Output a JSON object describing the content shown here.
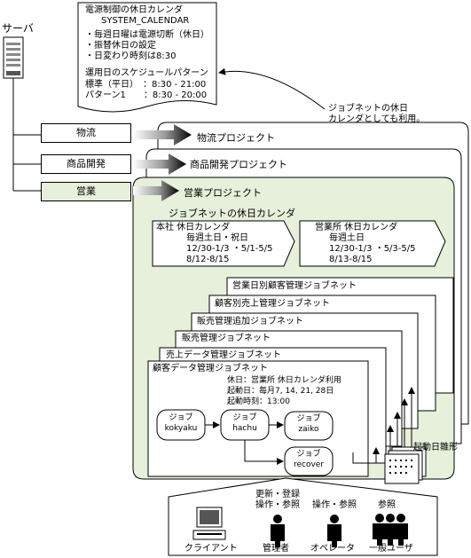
{
  "server": {
    "label": "サーバ"
  },
  "system_calendar": {
    "title": "電源制御の休日カレンダ",
    "name": "SYSTEM_CALENDAR",
    "bullets": [
      "・毎週日曜は電源切断（休日）",
      "・振替休日の設定",
      "・日変わり時刻は8:30"
    ],
    "pattern_heading": "運用日のスケジュールパターン",
    "patterns": [
      "標準（平日）　：8:30 - 21:00",
      "パターン1　　：8:30 - 20:00"
    ]
  },
  "note": {
    "line1": "ジョブネットの休日",
    "line2": "カレンダとしても利用。"
  },
  "departments": [
    {
      "label": "物流",
      "project": "物流プロジェクト"
    },
    {
      "label": "商品開発",
      "project": "商品開発プロジェクト"
    },
    {
      "label": "営業",
      "project": "営業プロジェクト"
    }
  ],
  "jobnet_calendar": {
    "heading": "ジョブネットの休日カレンダ",
    "head_office": {
      "title": "本社 休日カレンダ",
      "lines": [
        "毎週土日・祝日",
        "12/30-1/3 ・5/1-5/5",
        "8/12-8/15"
      ]
    },
    "branch": {
      "title": "営業所 休日カレンダ",
      "lines": [
        "毎週土日",
        "12/30-1/3 ・5/3-5/5",
        "8/13-8/15"
      ]
    }
  },
  "jobnets": [
    "営業日別顧客管理ジョブネット",
    "顧客別売上管理ジョブネット",
    "販売管理追加ジョブネット",
    "販売管理ジョブネット",
    "売上データ管理ジョブネット",
    "顧客データ管理ジョブネット"
  ],
  "customer_jobnet": {
    "holiday": "休日：営業所 休日カレンダ利用",
    "start_days": "起動日：毎月7, 14, 21, 28日",
    "start_time": "起動時刻：13:00",
    "jobs": [
      {
        "line1": "ジョブ",
        "line2": "kokyaku"
      },
      {
        "line1": "ジョブ",
        "line2": "hachu"
      },
      {
        "line1": "ジョブ",
        "line2": "zaiko"
      },
      {
        "line1": "ジョブ",
        "line2": "recover"
      }
    ]
  },
  "start_day_form": "起動日雛形",
  "users": {
    "client": "クライアント",
    "admin_ops": "更新・登録",
    "admin_ops2": "操作・参照",
    "admin": "管理者",
    "operator_ops": "操作・参照",
    "operator": "オペレータ",
    "general_ops": "参照",
    "general": "一般ユーザ"
  }
}
